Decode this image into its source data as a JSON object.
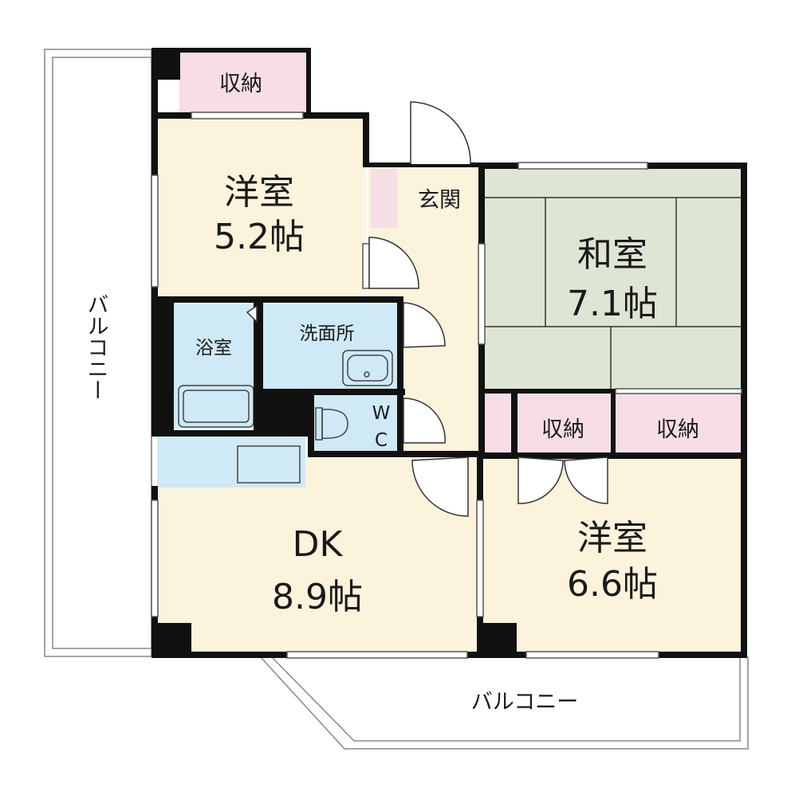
{
  "rooms": {
    "western_north": {
      "name": "洋室",
      "size": "5.2帖"
    },
    "japanese": {
      "name": "和室",
      "size": "7.1帖"
    },
    "dk": {
      "name": "DK",
      "size": "8.9帖"
    },
    "western_south": {
      "name": "洋室",
      "size": "6.6帖"
    },
    "entrance": "玄関",
    "bath": "浴室",
    "washroom": "洗面所",
    "wc_w": "W",
    "wc_c": "C",
    "storage_top": "収納",
    "storage_mid": "収納",
    "storage_right": "収納"
  },
  "balconies": {
    "west": "バルコニー",
    "south": "バルコニー"
  },
  "colors": {
    "wall": "#111111",
    "wood_floor": "#fcf3dd",
    "tatami": "#dfe5d5",
    "wet_area": "#cfe9f6",
    "storage": "#f7dde6",
    "balcony_line": "#888888"
  }
}
